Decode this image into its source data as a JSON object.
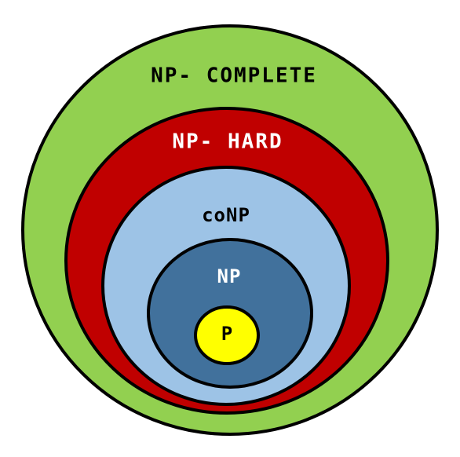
{
  "sets": [
    {
      "id": "npc",
      "label": "NP- COMPLETE",
      "fill": "#92d050",
      "text_color": "#000000"
    },
    {
      "id": "nph",
      "label": "NP- HARD",
      "fill": "#c00000",
      "text_color": "#ffffff"
    },
    {
      "id": "conp",
      "label": "coNP",
      "fill": "#9dc3e6",
      "text_color": "#000000"
    },
    {
      "id": "np",
      "label": "NP",
      "fill": "#41719c",
      "text_color": "#ffffff"
    },
    {
      "id": "p",
      "label": "P",
      "fill": "#ffff00",
      "text_color": "#000000"
    }
  ]
}
